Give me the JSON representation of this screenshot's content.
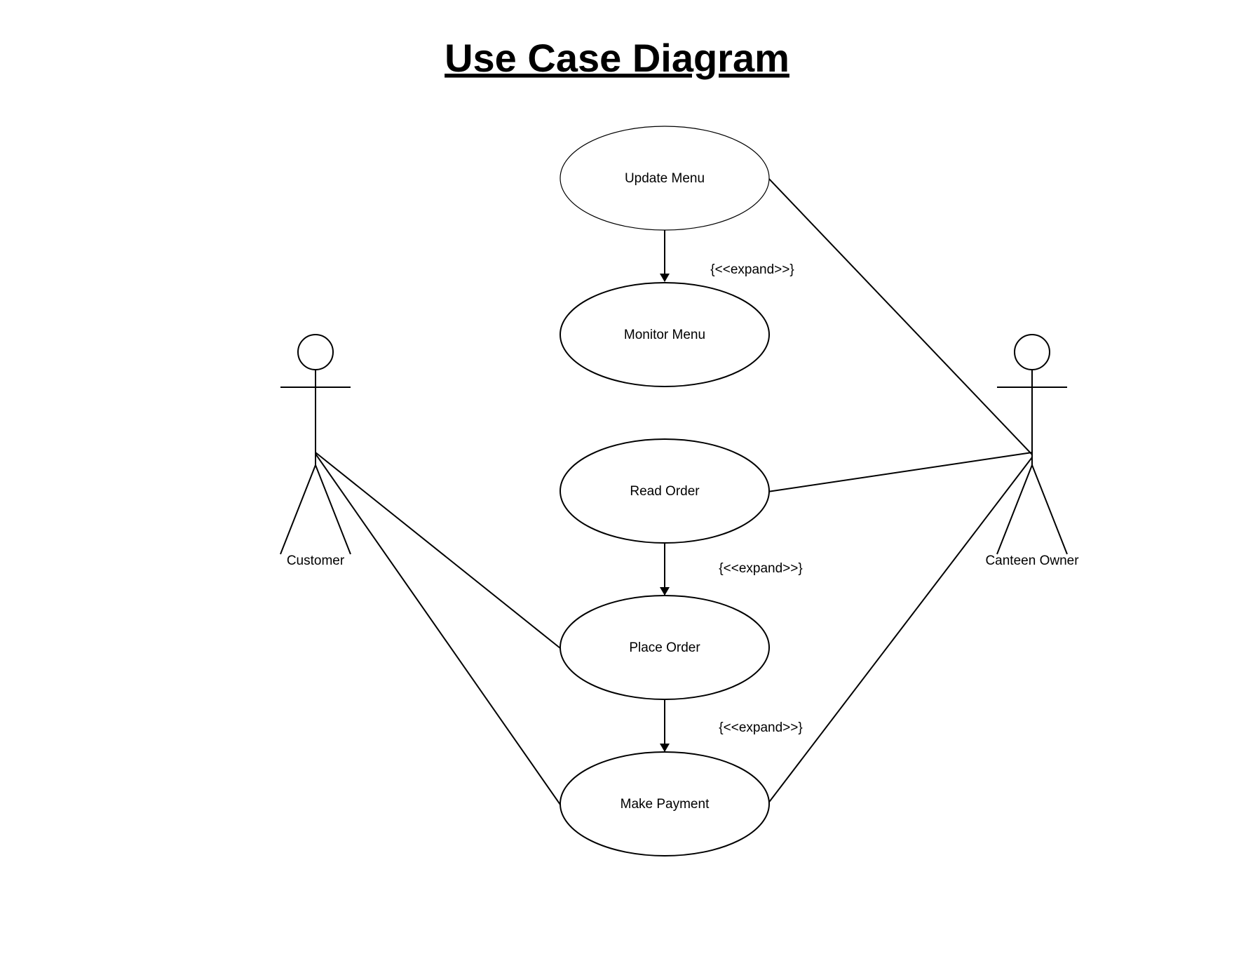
{
  "title": "Use Case Diagram",
  "actors": {
    "customer": {
      "label": "Customer"
    },
    "canteen_owner": {
      "label": "Canteen Owner"
    }
  },
  "use_cases": {
    "update_menu": {
      "label": "Update Menu"
    },
    "monitor_menu": {
      "label": "Monitor Menu"
    },
    "read_order": {
      "label": "Read Order"
    },
    "place_order": {
      "label": "Place Order"
    },
    "make_payment": {
      "label": "Make Payment"
    }
  },
  "relationships": {
    "update_to_monitor": {
      "label": "{<<expand>>}"
    },
    "read_to_place": {
      "label": "{<<expand>>}"
    },
    "place_to_payment": {
      "label": "{<<expand>>}"
    }
  },
  "colors": {
    "stroke": "#000000",
    "background": "#ffffff"
  }
}
